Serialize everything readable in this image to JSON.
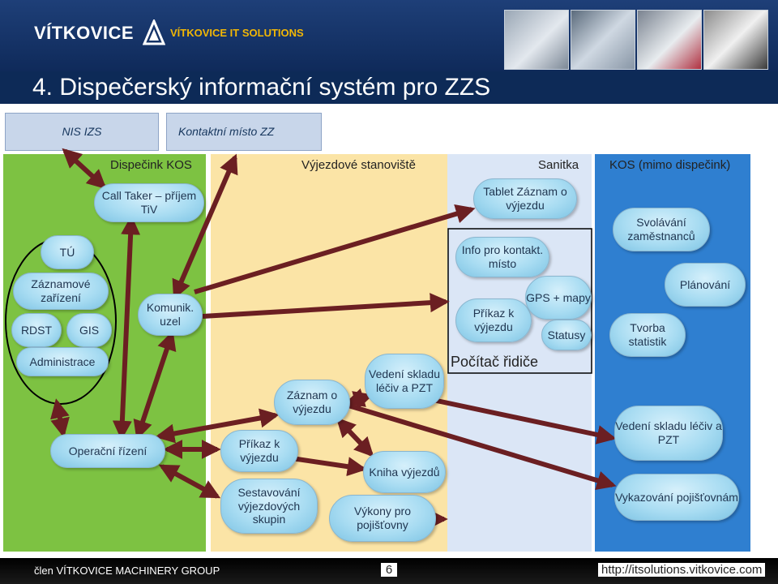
{
  "header": {
    "logo": "VÍTKOVICE",
    "logo_sub": "VÍTKOVICE IT SOLUTIONS",
    "title": "4. Dispečerský informační systém pro ZZS"
  },
  "top_boxes": {
    "nis": "NIS IZS",
    "kontakt": "Kontaktní místo ZZ"
  },
  "columns": {
    "dispecink": "Dispečink KOS",
    "vyjezdove": "Výjezdové stanoviště",
    "sanitka": "Sanitka",
    "kos": "KOS (mimo dispečink)"
  },
  "nodes": {
    "call_taker": "Call Taker – příjem TiV",
    "tu": "TÚ",
    "zaznamove": "Záznamové zařízení",
    "rdst": "RDST",
    "gis": "GIS",
    "administrace": "Administrace",
    "komunik": "Komunik. uzel",
    "operacni": "Operační řízení",
    "prikaz": "Příkaz k výjezdu",
    "sestavovani": "Sestavování výjezdových skupin",
    "zaznam": "Záznam o výjezdu",
    "vedeni": "Vedení skladu léčiv a PZT",
    "kniha": "Kniha výjezdů",
    "vykony": "Výkony pro pojišťovny",
    "tablet": "Tablet Záznam o výjezdu",
    "info": "Info pro kontakt. místo",
    "prikaz_san": "Příkaz k výjezdu",
    "gps": "GPS + mapy",
    "statusy": "Statusy",
    "pocitac": "Počítač řidiče",
    "svolavani": "Svolávání zaměstnanců",
    "planovani": "Plánování",
    "tvorba": "Tvorba statistik",
    "vedeni_kos": "Vedení skladu léčiv a PZT",
    "vykazovani": "Vykazování pojišťovnám"
  },
  "footer": {
    "group": "člen VÍTKOVICE MACHINERY GROUP",
    "page": "6",
    "url": "http://itsolutions.vitkovice.com"
  },
  "colors": {
    "header": "#1e3f78",
    "title_bar": "#0d2a57",
    "dispecink_col": "#7dc242",
    "vyjezdove_col": "#fbe4a6",
    "sanitka_col": "#dbe6f6",
    "kos_col": "#2f7fd0",
    "arrow": "#6b1f22",
    "node": "#a8dcf2"
  }
}
